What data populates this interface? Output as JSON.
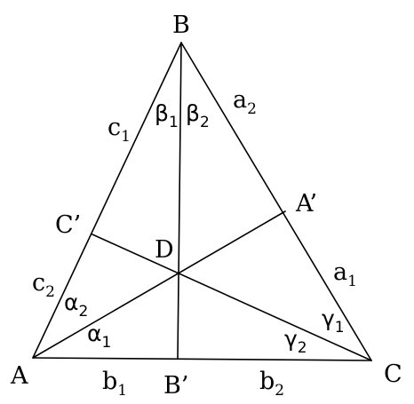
{
  "vertices": {
    "A": "A",
    "B": "B",
    "C": "C",
    "D": "D",
    "A_prime": "A’",
    "B_prime": "B’",
    "C_prime": "C’"
  },
  "segments": {
    "c": "c",
    "c_1_sub": "1",
    "c_2_sub": "2",
    "a": "a",
    "a_1_sub": "1",
    "a_2_sub": "2",
    "b": "b",
    "b_1_sub": "1",
    "b_2_sub": "2"
  },
  "angles": {
    "alpha": "α",
    "alpha_1_sub": "1",
    "alpha_2_sub": "2",
    "beta": "β",
    "beta_1_sub": "1",
    "beta_2_sub": "2",
    "gamma": "γ",
    "gamma_1_sub": "1",
    "gamma_2_sub": "2"
  },
  "colors": {
    "stroke": "#000000",
    "background": "#ffffff"
  }
}
